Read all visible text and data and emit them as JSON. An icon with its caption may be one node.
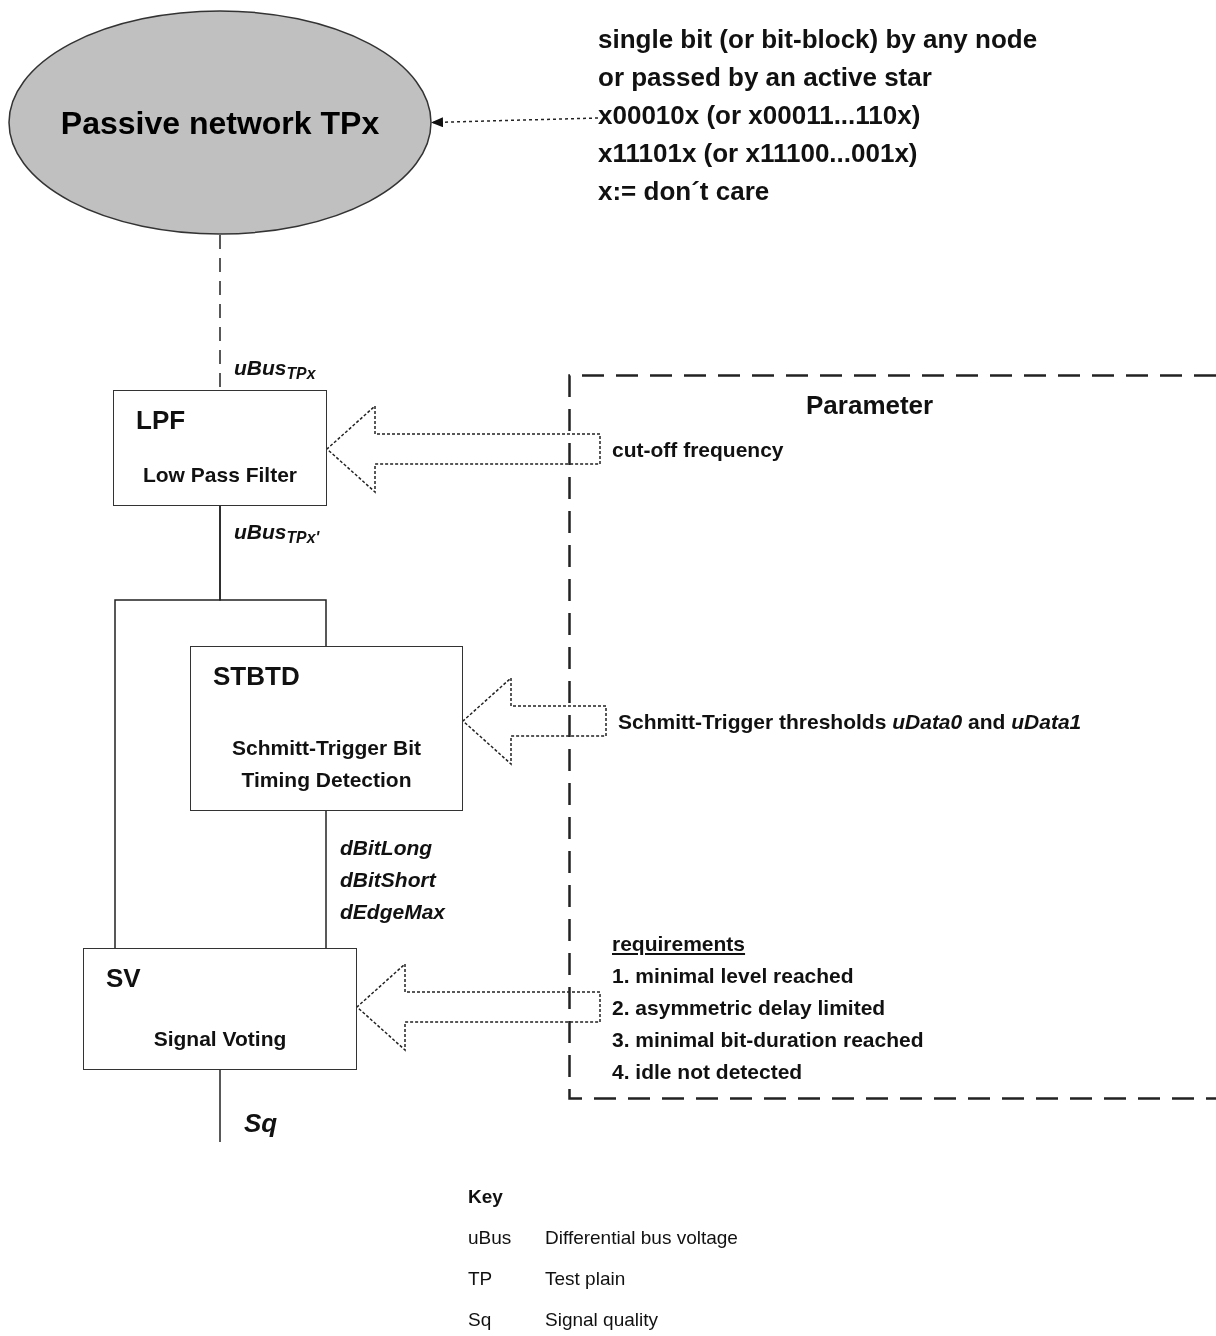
{
  "diagram": {
    "nodes": [
      {
        "text": [
          "Passive network TPx"
        ]
      },
      {
        "text": [
          "single bit (or bit-block) by any node",
          "or passed by an active star",
          "x00010x (or x00011...110x)",
          "x11101x (or x11100...001x)",
          "x:= don´t care"
        ]
      },
      {
        "text": [
          "LPF",
          "Low Pass Filter"
        ]
      },
      {
        "text": [
          "STBTD",
          "Schmitt-Trigger Bit Timing Detection"
        ]
      },
      {
        "text": [
          "SV",
          "Signal Voting"
        ]
      },
      {
        "text": [
          "Parameter"
        ]
      },
      {
        "text": [
          "cut-off frequency"
        ],
        "in": 5
      },
      {
        "text": [
          "Schmitt-Trigger thresholds *uData0* and *uData1*"
        ],
        "in": 5
      },
      {
        "text": [
          "requirements",
          "1. minimal level reached",
          "2. asymmetric delay limited",
          "3. minimal bit-duration reached",
          "4. idle not detected"
        ],
        "in": 5
      }
    ],
    "edges": [
      {
        "from": 1,
        "to": 0,
        "arrow": "to",
        "style": "dashed"
      },
      {
        "from": 0,
        "to": 2,
        "arrow": "none",
        "style": "dashed",
        "label": "uBus$_{TPx}$"
      },
      {
        "from": 2,
        "to": 3,
        "arrow": "none",
        "label": "uBus$_{TPx'}$"
      },
      {
        "from": 2,
        "to": 4,
        "arrow": "none"
      },
      {
        "from": 3,
        "to": 4,
        "arrow": "none",
        "label": "dBitLong dBitShort dEdgeMax"
      },
      {
        "from": 4,
        "to": null,
        "arrow": "none",
        "label": "Sq"
      },
      {
        "from": 6,
        "to": 2,
        "arrow": "to",
        "style": "dashed"
      },
      {
        "from": 7,
        "to": 3,
        "arrow": "to",
        "style": "dashed"
      },
      {
        "from": 8,
        "to": 4,
        "arrow": "to",
        "style": "dashed"
      }
    ],
    "labels": [
      "Key",
      "uBus",
      "Differential bus voltage",
      "TP",
      "Test plain",
      "Sq",
      "Signal quality"
    ]
  }
}
